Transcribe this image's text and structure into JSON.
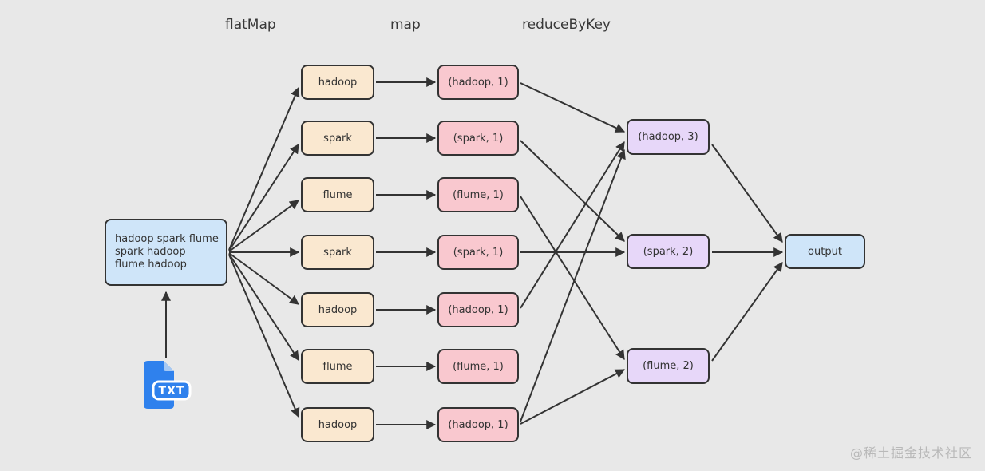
{
  "stage_labels": [
    {
      "label": "flatMap"
    },
    {
      "label": "map"
    },
    {
      "label": "reduceByKey"
    }
  ],
  "input_box": {
    "lines": [
      "hadoop spark flume",
      "spark hadoop",
      "flume hadoop"
    ]
  },
  "file_icon": {
    "label": "TXT"
  },
  "flatmap_nodes": [
    {
      "label": "hadoop"
    },
    {
      "label": "spark"
    },
    {
      "label": "flume"
    },
    {
      "label": "spark"
    },
    {
      "label": "hadoop"
    },
    {
      "label": "flume"
    },
    {
      "label": "hadoop"
    }
  ],
  "map_nodes": [
    {
      "label": "(hadoop, 1)"
    },
    {
      "label": "(spark, 1)"
    },
    {
      "label": "(flume, 1)"
    },
    {
      "label": "(spark, 1)"
    },
    {
      "label": "(hadoop, 1)"
    },
    {
      "label": "(flume, 1)"
    },
    {
      "label": "(hadoop, 1)"
    }
  ],
  "reduce_nodes": [
    {
      "label": "(hadoop, 3)"
    },
    {
      "label": "(spark, 2)"
    },
    {
      "label": "(flume, 2)"
    }
  ],
  "output_node": {
    "label": "output"
  },
  "watermark": {
    "text": "@稀土掘金技术社区"
  },
  "colors": {
    "background": "#e8e8e8",
    "node_border": "#333333",
    "arrow": "#333333",
    "blue_fill": "#cfe5f9",
    "cream_fill": "#fae8d0",
    "pink_fill": "#f9c8cf",
    "purple_fill": "#e7d7f9",
    "icon_blue": "#2f81ed",
    "watermark_gray": "#b9b9b9"
  }
}
